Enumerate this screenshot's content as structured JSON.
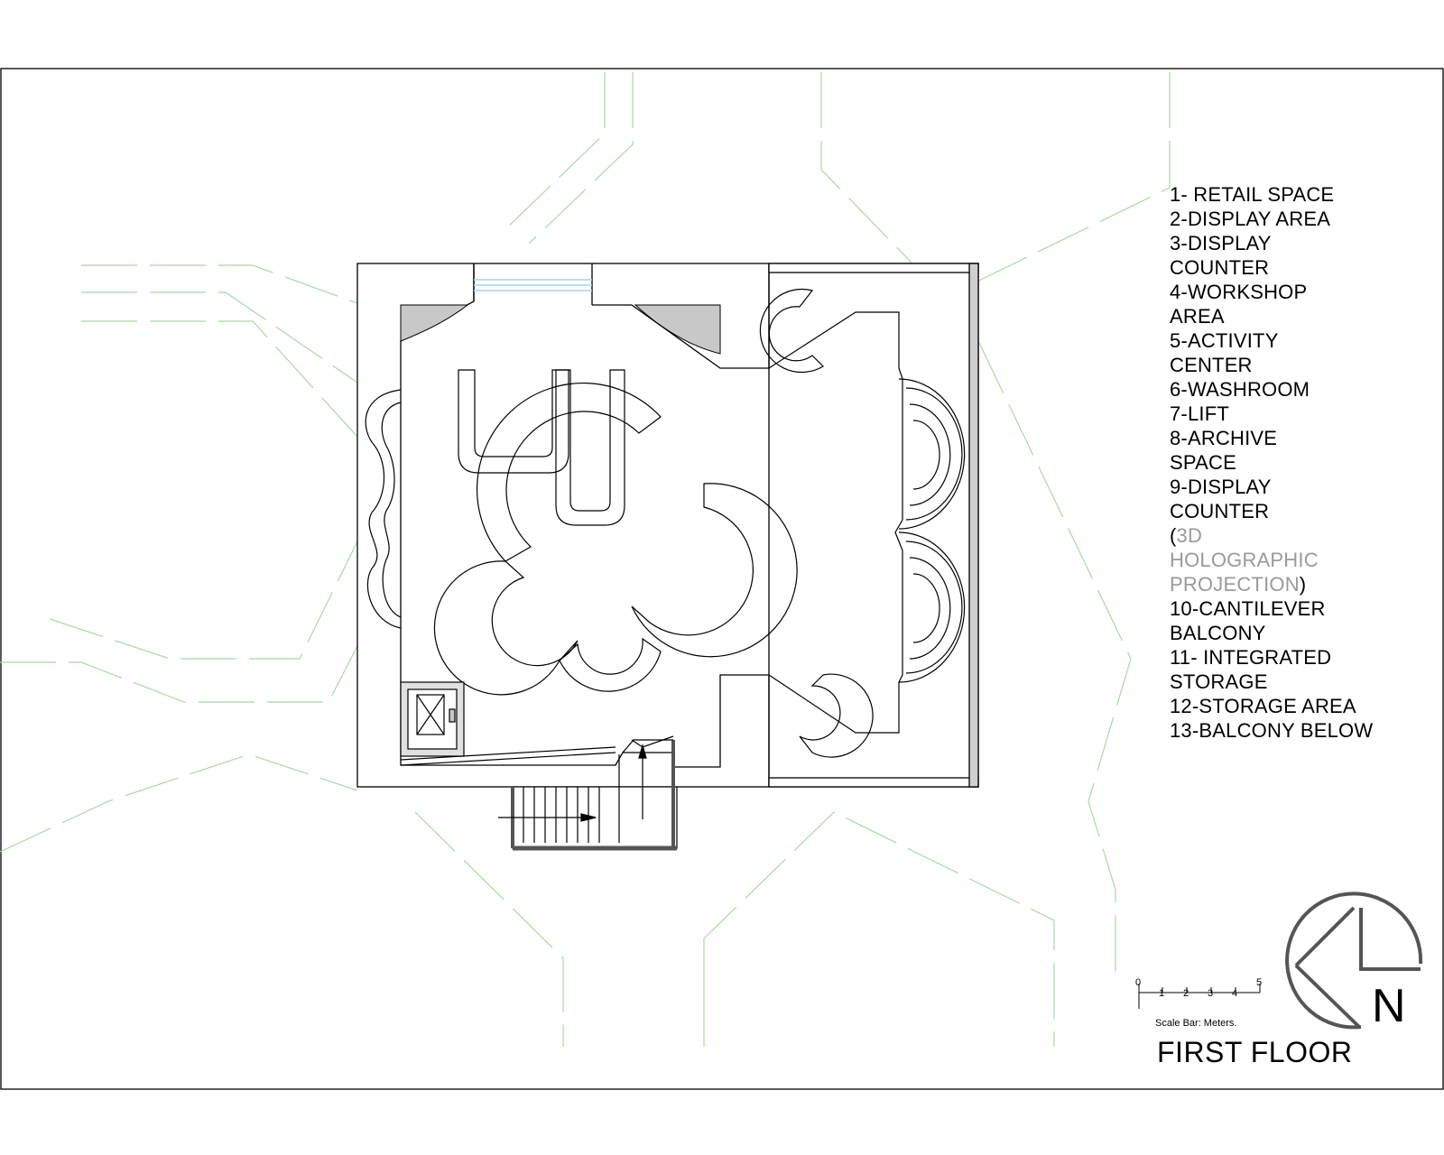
{
  "legend": {
    "items": [
      {
        "lines": [
          "1- RETAIL SPACE"
        ]
      },
      {
        "lines": [
          "2-DISPLAY AREA"
        ]
      },
      {
        "lines": [
          "3-DISPLAY",
          "COUNTER"
        ]
      },
      {
        "lines": [
          "4-WORKSHOP",
          "AREA"
        ]
      },
      {
        "lines": [
          "5-ACTIVITY",
          "CENTER"
        ]
      },
      {
        "lines": [
          "6-WASHROOM"
        ]
      },
      {
        "lines": [
          "7-LIFT"
        ]
      },
      {
        "lines": [
          "8-ARCHIVE",
          "SPACE"
        ]
      },
      {
        "lines": [
          "9-DISPLAY",
          "COUNTER"
        ]
      },
      {
        "note": {
          "open": "(",
          "l1": "3D",
          "l2": "HOLOGRAPHIC",
          "l3": "PROJECTION",
          "close": ")"
        }
      },
      {
        "lines": [
          "10-CANTILEVER",
          "BALCONY"
        ]
      },
      {
        "lines": [
          "11- INTEGRATED",
          "STORAGE"
        ]
      },
      {
        "lines": [
          "12-STORAGE AREA"
        ]
      },
      {
        "lines": [
          "13-BALCONY BELOW"
        ]
      }
    ]
  },
  "scale_bar": {
    "ticks": [
      "0",
      "1",
      "2",
      "3",
      "4",
      "5"
    ],
    "caption": "Scale Bar: Meters."
  },
  "north_arrow": {
    "letter": "N"
  },
  "title": "FIRST FLOOR",
  "colors": {
    "line": "#000000",
    "site_lines": "#a8d8a8",
    "hatch": "#c8c8c8",
    "glass": "#a8d4f0",
    "balcony": "#cfcfcf",
    "legend_note": "#9a9a9a"
  }
}
